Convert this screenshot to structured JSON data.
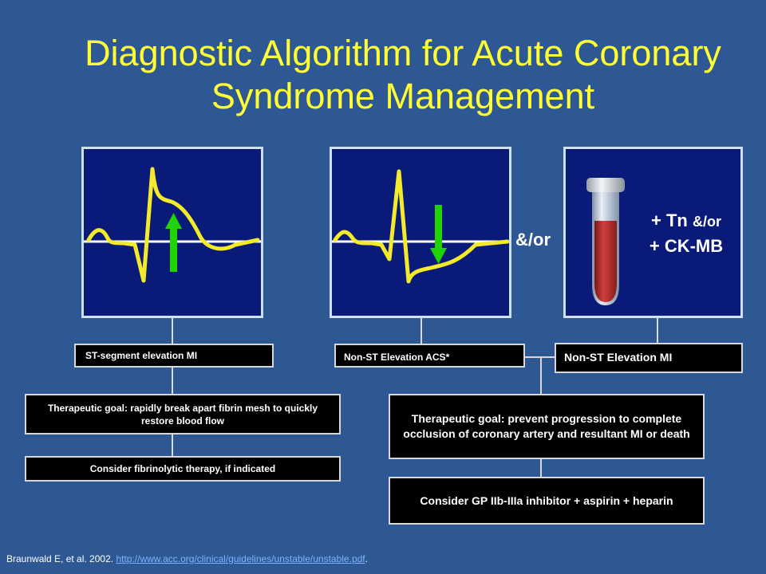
{
  "title": "Diagnostic Algorithm for Acute Coronary Syndrome Management",
  "panels": {
    "andor_label": "&/or",
    "tn_line1_a": "+ Tn",
    "tn_line1_b": "&/or",
    "tn_line2": "+ CK-MB"
  },
  "boxes": {
    "stemi": "ST-segment elevation MI",
    "nste_acs": "Non-ST Elevation ACS*",
    "nstemi": "Non-ST Elevation MI",
    "goal_left": "Therapeutic goal: rapidly break apart fibrin mesh to quickly restore blood flow",
    "fibrinolytic": "Consider fibrinolytic therapy, if indicated",
    "goal_right": "Therapeutic goal: prevent progression to complete occlusion of coronary artery and resultant MI or death",
    "gp_inhibitor": "Consider GP IIb-IIIa inhibitor + aspirin + heparin"
  },
  "footer": {
    "citation": "Braunwald E, et al. 2002.",
    "link_text": "http://www.acc.org/clinical/guidelines/unstable/unstable.pdf",
    "trailing": "."
  },
  "colors": {
    "background": "#2e5893",
    "title": "#ffff33",
    "panel": "#0a1a78",
    "ecg_trace": "#f2ea2a",
    "arrow": "#1fd400",
    "blood": "#b52b2b"
  }
}
